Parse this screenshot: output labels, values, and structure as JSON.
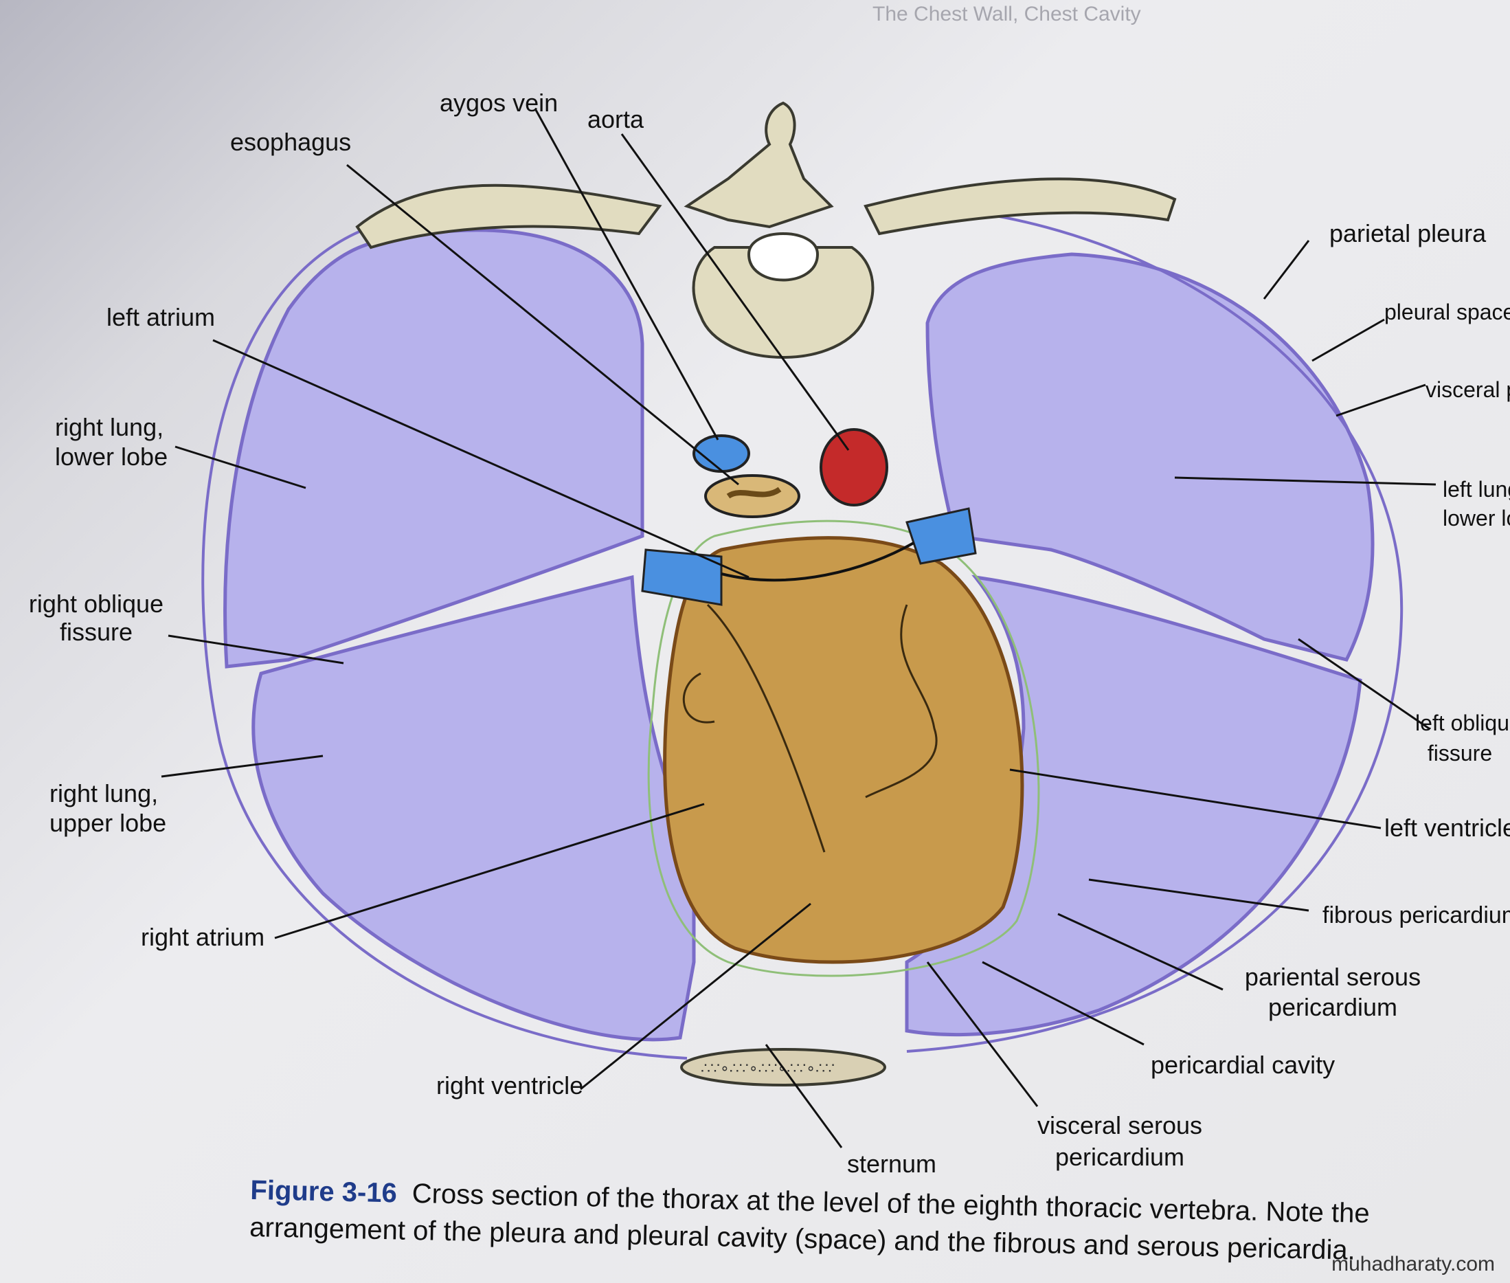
{
  "header": {
    "running_head": "The Chest Wall, Chest Cavity"
  },
  "labels": {
    "aygos_vein": "aygos vein",
    "aorta": "aorta",
    "esophagus": "esophagus",
    "parietal_pleura": "parietal pleura",
    "pleural_space": "pleural space",
    "visceral_pleura": "visceral ple",
    "left_atrium": "left atrium",
    "right_lung_lower_lobe_1": "right lung,",
    "right_lung_lower_lobe_2": "lower lobe",
    "left_lung_lower_lobe_1": "left lung,",
    "left_lung_lower_lobe_2": "lower lob",
    "right_oblique_fissure_1": "right oblique",
    "right_oblique_fissure_2": "fissure",
    "left_oblique_fissure_1": "left oblique",
    "left_oblique_fissure_2": "fissure",
    "right_lung_upper_lobe_1": "right lung,",
    "right_lung_upper_lobe_2": "upper lobe",
    "left_ventricle": "left ventricle",
    "fibrous_pericardium": "fibrous pericardium",
    "right_atrium": "right atrium",
    "pariental_serous_pericardium_1": "pariental serous",
    "pariental_serous_pericardium_2": "pericardium",
    "pericardial_cavity": "pericardial cavity",
    "right_ventricle": "right ventricle",
    "visceral_serous_pericardium_1": "visceral serous",
    "visceral_serous_pericardium_2": "pericardium",
    "sternum": "sternum"
  },
  "caption": {
    "figure_number": "Figure 3-16",
    "text": "Cross section of the thorax at the level of the eighth thoracic vertebra. Note the arrangement of the pleura and pleural cavity (space) and the fibrous and serous pericardia."
  },
  "watermark": "muhadharaty.com",
  "colors": {
    "lung_fill": "#b7b2ec",
    "lung_outline": "#7a6cc8",
    "heart_fill": "#c89a4c",
    "heart_outline": "#7a4a18",
    "bone_fill": "#e1dcc0",
    "aorta_fill": "#c42a2a",
    "vein_fill": "#4a90e0",
    "caption_number": "#1f3c8a"
  }
}
